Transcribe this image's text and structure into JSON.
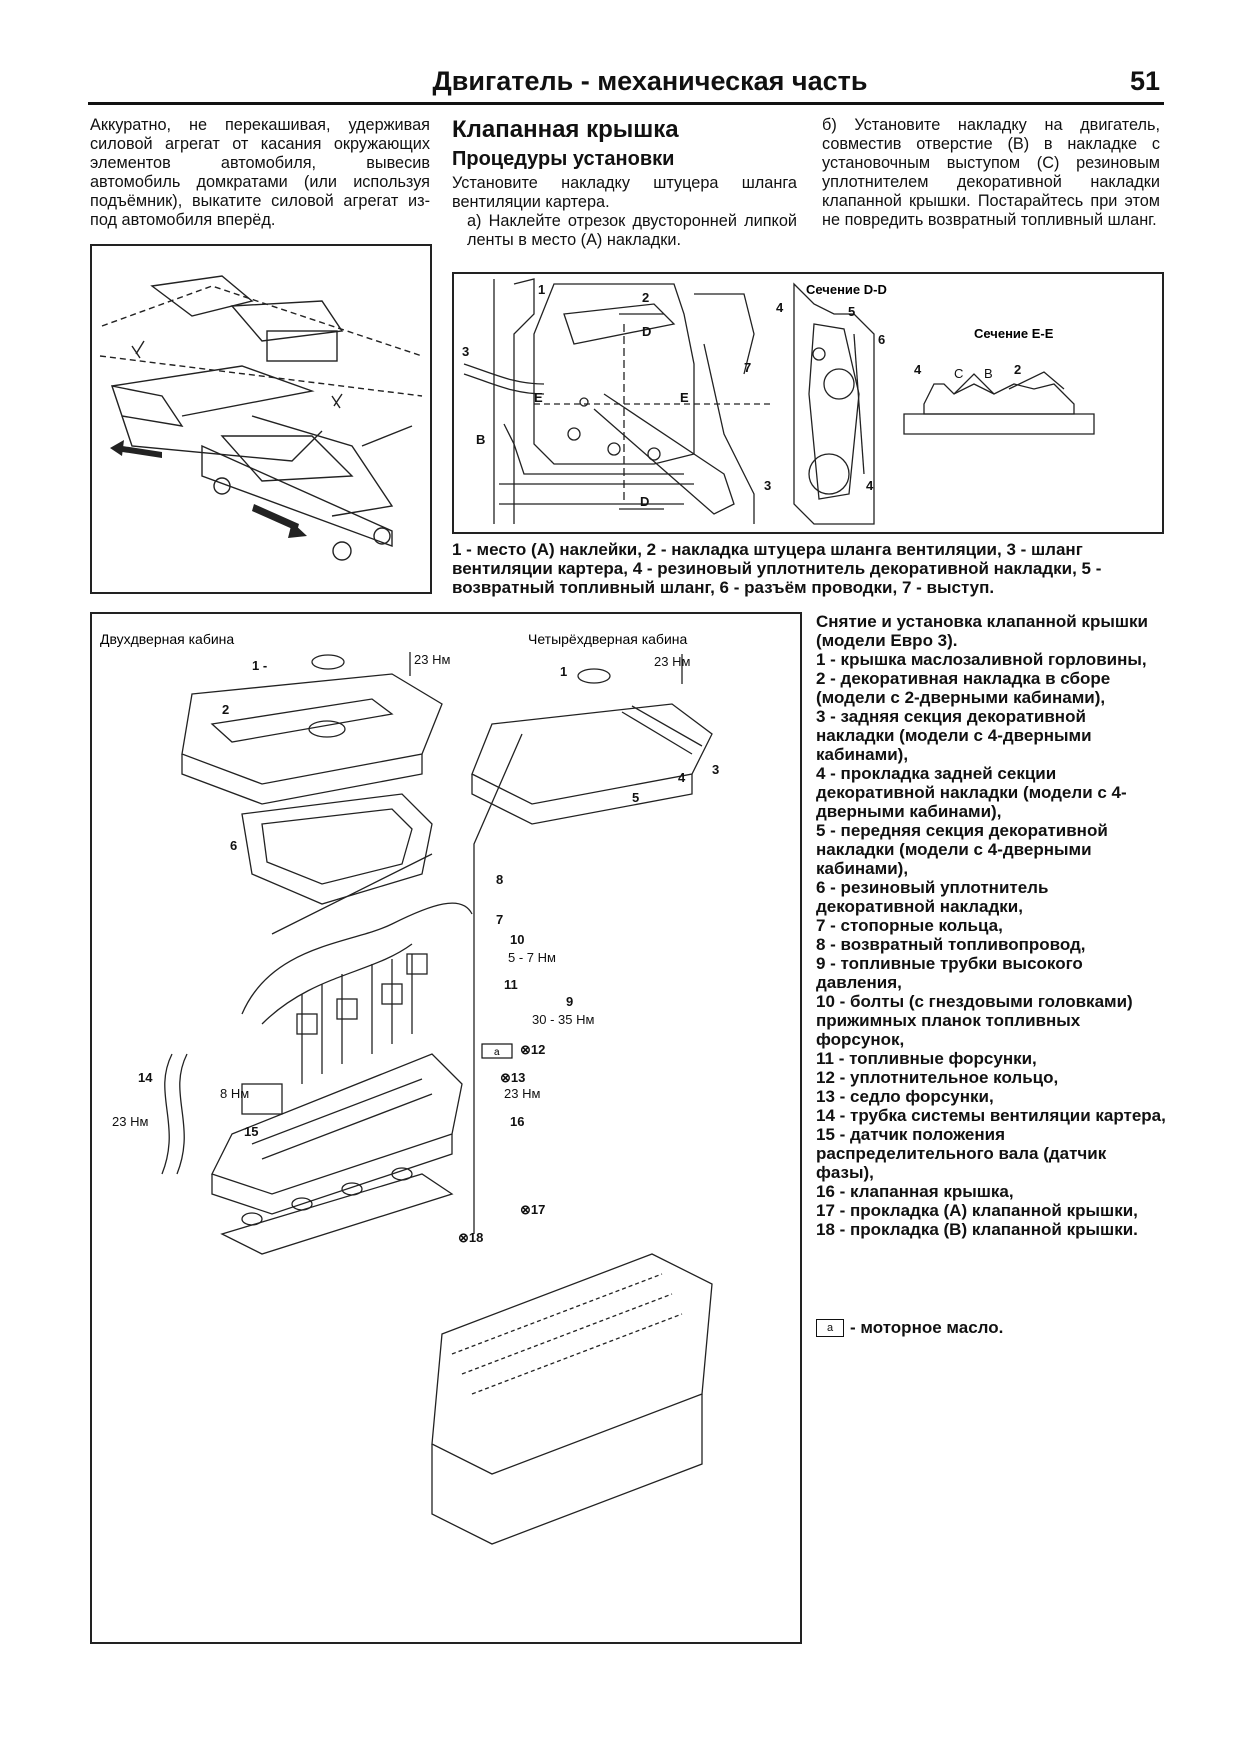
{
  "header": {
    "title": "Двигатель - механическая часть",
    "page_number": "51"
  },
  "left_column": {
    "text": "Аккуратно, не перекашивая, удерживая силовой агрегат от касания окружающих элементов автомобиля, вывесив автомобиль домкратами (или используя подъёмник), выкатите силовой агрегат из-под автомобиля вперёд."
  },
  "middle_column": {
    "section_title": "Клапанная крышка",
    "subsection_title": "Процедуры установки",
    "intro": "Установите накладку штуцера шланга вентиляции картера.",
    "step_a": "а) Наклейте отрезок двусторонней липкой ленты в место (A) накладки."
  },
  "right_column": {
    "step_b": "б) Установите накладку на двигатель, совместив отверстие (B) в накладке с установочным выступом (C) резиновым уплотнителем декоративной накладки клапанной крышки. Постарайтесь при этом не повредить возвратный топливный шланг."
  },
  "figure_top": {
    "section_dd": "Сечение D-D",
    "section_ee": "Сечение E-E",
    "labels": [
      "1",
      "2",
      "3",
      "4",
      "5",
      "6",
      "7",
      "D",
      "E",
      "B",
      "C"
    ],
    "caption": "1 - место (A) наклейки, 2 - накладка штуцера шланга вентиляции, 3 - шланг вентиляции картера, 4 - резиновый уплотнитель декоративной накладки, 5 - возвратный топливный шланг, 6 - разъём проводки, 7 - выступ."
  },
  "figure_main": {
    "two_door": "Двухдверная кабина",
    "four_door": "Четырёхдверная кабина",
    "torque_23": "23 Нм",
    "torque_5_7": "5 - 7 Нм",
    "torque_30_35": "30 - 35 Нм",
    "torque_8": "8 Нм",
    "oil_symbol": "a"
  },
  "legend": {
    "title": "Снятие и установка клапанной крышки (модели Евро 3).",
    "items": [
      "1 - крышка маслозаливной горловины,",
      "2 - декоративная накладка в сборе (модели с 2-дверными кабинами),",
      "3 - задняя секция декоративной накладки (модели с 4-дверными кабинами),",
      "4 - прокладка задней секции декоративной накладки (модели с 4-дверными кабинами),",
      "5 - передняя секция декоративной накладки (модели с 4-дверными кабинами),",
      "6 - резиновый уплотнитель декоративной накладки,",
      "7 - стопорные кольца,",
      "8 - возвратный топливопровод,",
      "9 - топливные трубки высокого давления,",
      "10 - болты (с гнездовыми головками) прижимных планок топливных форсунок,",
      "11 - топливные форсунки,",
      "12 - уплотнительное кольцо,",
      "13 - седло форсунки,",
      "14 - трубка системы вентиляции картера,",
      "15 - датчик положения распределительного вала (датчик фазы),",
      "16 - клапанная крышка,",
      "17 - прокладка (A) клапанной крышки,",
      "18 - прокладка (B) клапанной крышки."
    ],
    "oil_note": "- моторное масло."
  }
}
